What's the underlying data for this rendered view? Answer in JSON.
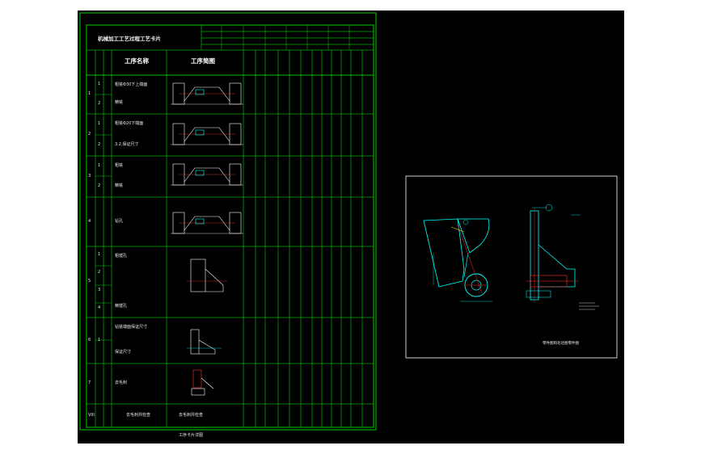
{
  "card": {
    "title": "机械加工工艺过程工艺卡片",
    "col_process_name": "工序名称",
    "col_process_sketch": "工序简图",
    "footer_caption": "工序卡片详图"
  },
  "steps": [
    {
      "no": "1",
      "sub": [
        "1",
        "2"
      ],
      "text1": "粗铣Φ30下上端面",
      "text2": "精铣"
    },
    {
      "no": "2",
      "sub": [
        "1",
        "2"
      ],
      "text1": "粗铣Φ20下端面",
      "text2": "3.2,保证尺寸"
    },
    {
      "no": "3",
      "sub": [
        "1",
        "2"
      ],
      "text1": "粗铣",
      "text2": "精铣"
    },
    {
      "no": "4",
      "sub": [],
      "text1": "钻孔",
      "text2": ""
    },
    {
      "no": "5",
      "sub": [
        "1",
        "2",
        "3",
        "4"
      ],
      "text1": "粗镗孔",
      "text2": "精镗孔"
    },
    {
      "no": "6",
      "sub": [
        "1"
      ],
      "text1": "钻铣端面保证尺寸",
      "text2": "保证尺寸"
    },
    {
      "no": "7",
      "sub": [],
      "text1": "去毛刺",
      "text2": ""
    },
    {
      "no": "VIII",
      "sub": [],
      "text1": "去毛刺并检查",
      "text2": "去毛刺并检查"
    }
  ],
  "right_panel": {
    "caption": "零件图和毛坯图零件图"
  },
  "colors": {
    "frame": "#00ff00",
    "sketch": "#00ffff",
    "accent": "#ff3030",
    "text": "#ffffff",
    "background": "#000000"
  }
}
